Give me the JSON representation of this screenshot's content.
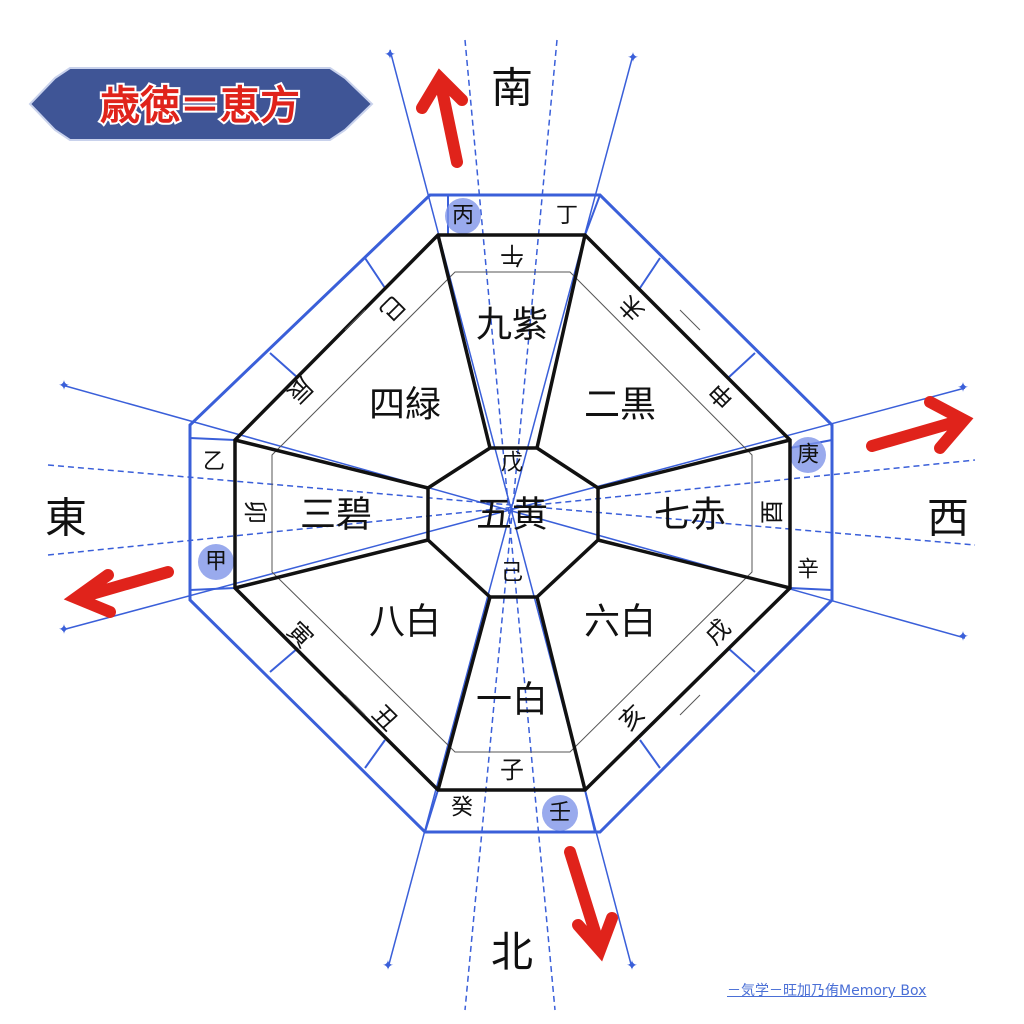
{
  "title": "歳徳＝恵方",
  "directions": {
    "south": "南",
    "north": "北",
    "east": "東",
    "west": "西"
  },
  "center": {
    "label": "五黄",
    "top": "戊",
    "bottom": "己"
  },
  "stars": {
    "n": "一白",
    "ne": "八白",
    "e": "三碧",
    "se": "四緑",
    "s": "九紫",
    "sw": "二黒",
    "w": "七赤",
    "nw": "六白"
  },
  "branches": {
    "zi": "子",
    "chou": "丑",
    "yin": "寅",
    "mao": "卯",
    "chen": "辰",
    "si": "巳",
    "wu": "午",
    "wei": "未",
    "shen": "申",
    "you": "酉",
    "xu": "戌",
    "hai": "亥"
  },
  "stems": {
    "jia": "甲",
    "yi": "乙",
    "bing": "丙",
    "ding": "丁",
    "geng": "庚",
    "xin": "辛",
    "ren": "壬",
    "gui": "癸"
  },
  "credit": "－気学－旺加乃侑Memory Box",
  "colors": {
    "blue": "#3a5fd9",
    "red": "#e0231b",
    "highlight": "#7f95e8",
    "banner": "#3f5596"
  }
}
